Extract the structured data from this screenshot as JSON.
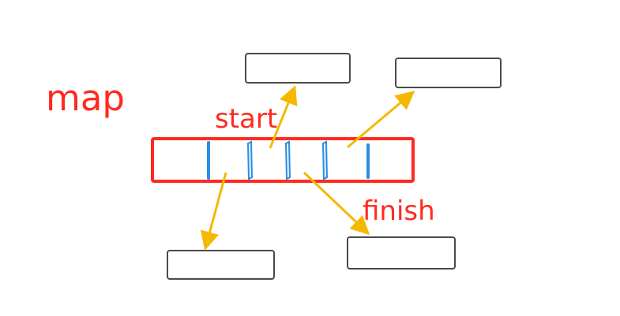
{
  "labels": {
    "map": "map",
    "start": "start",
    "finish": "finish"
  },
  "colors": {
    "map": "#ff2a1f",
    "divider": "#2a8de2",
    "arrow": "#f5b800",
    "box": "#4a4a4a",
    "background": "#ffffff"
  },
  "diagram": {
    "divider_count": 5,
    "bucket_count": 4,
    "target_box_count": 4,
    "arrow_count": 4
  }
}
